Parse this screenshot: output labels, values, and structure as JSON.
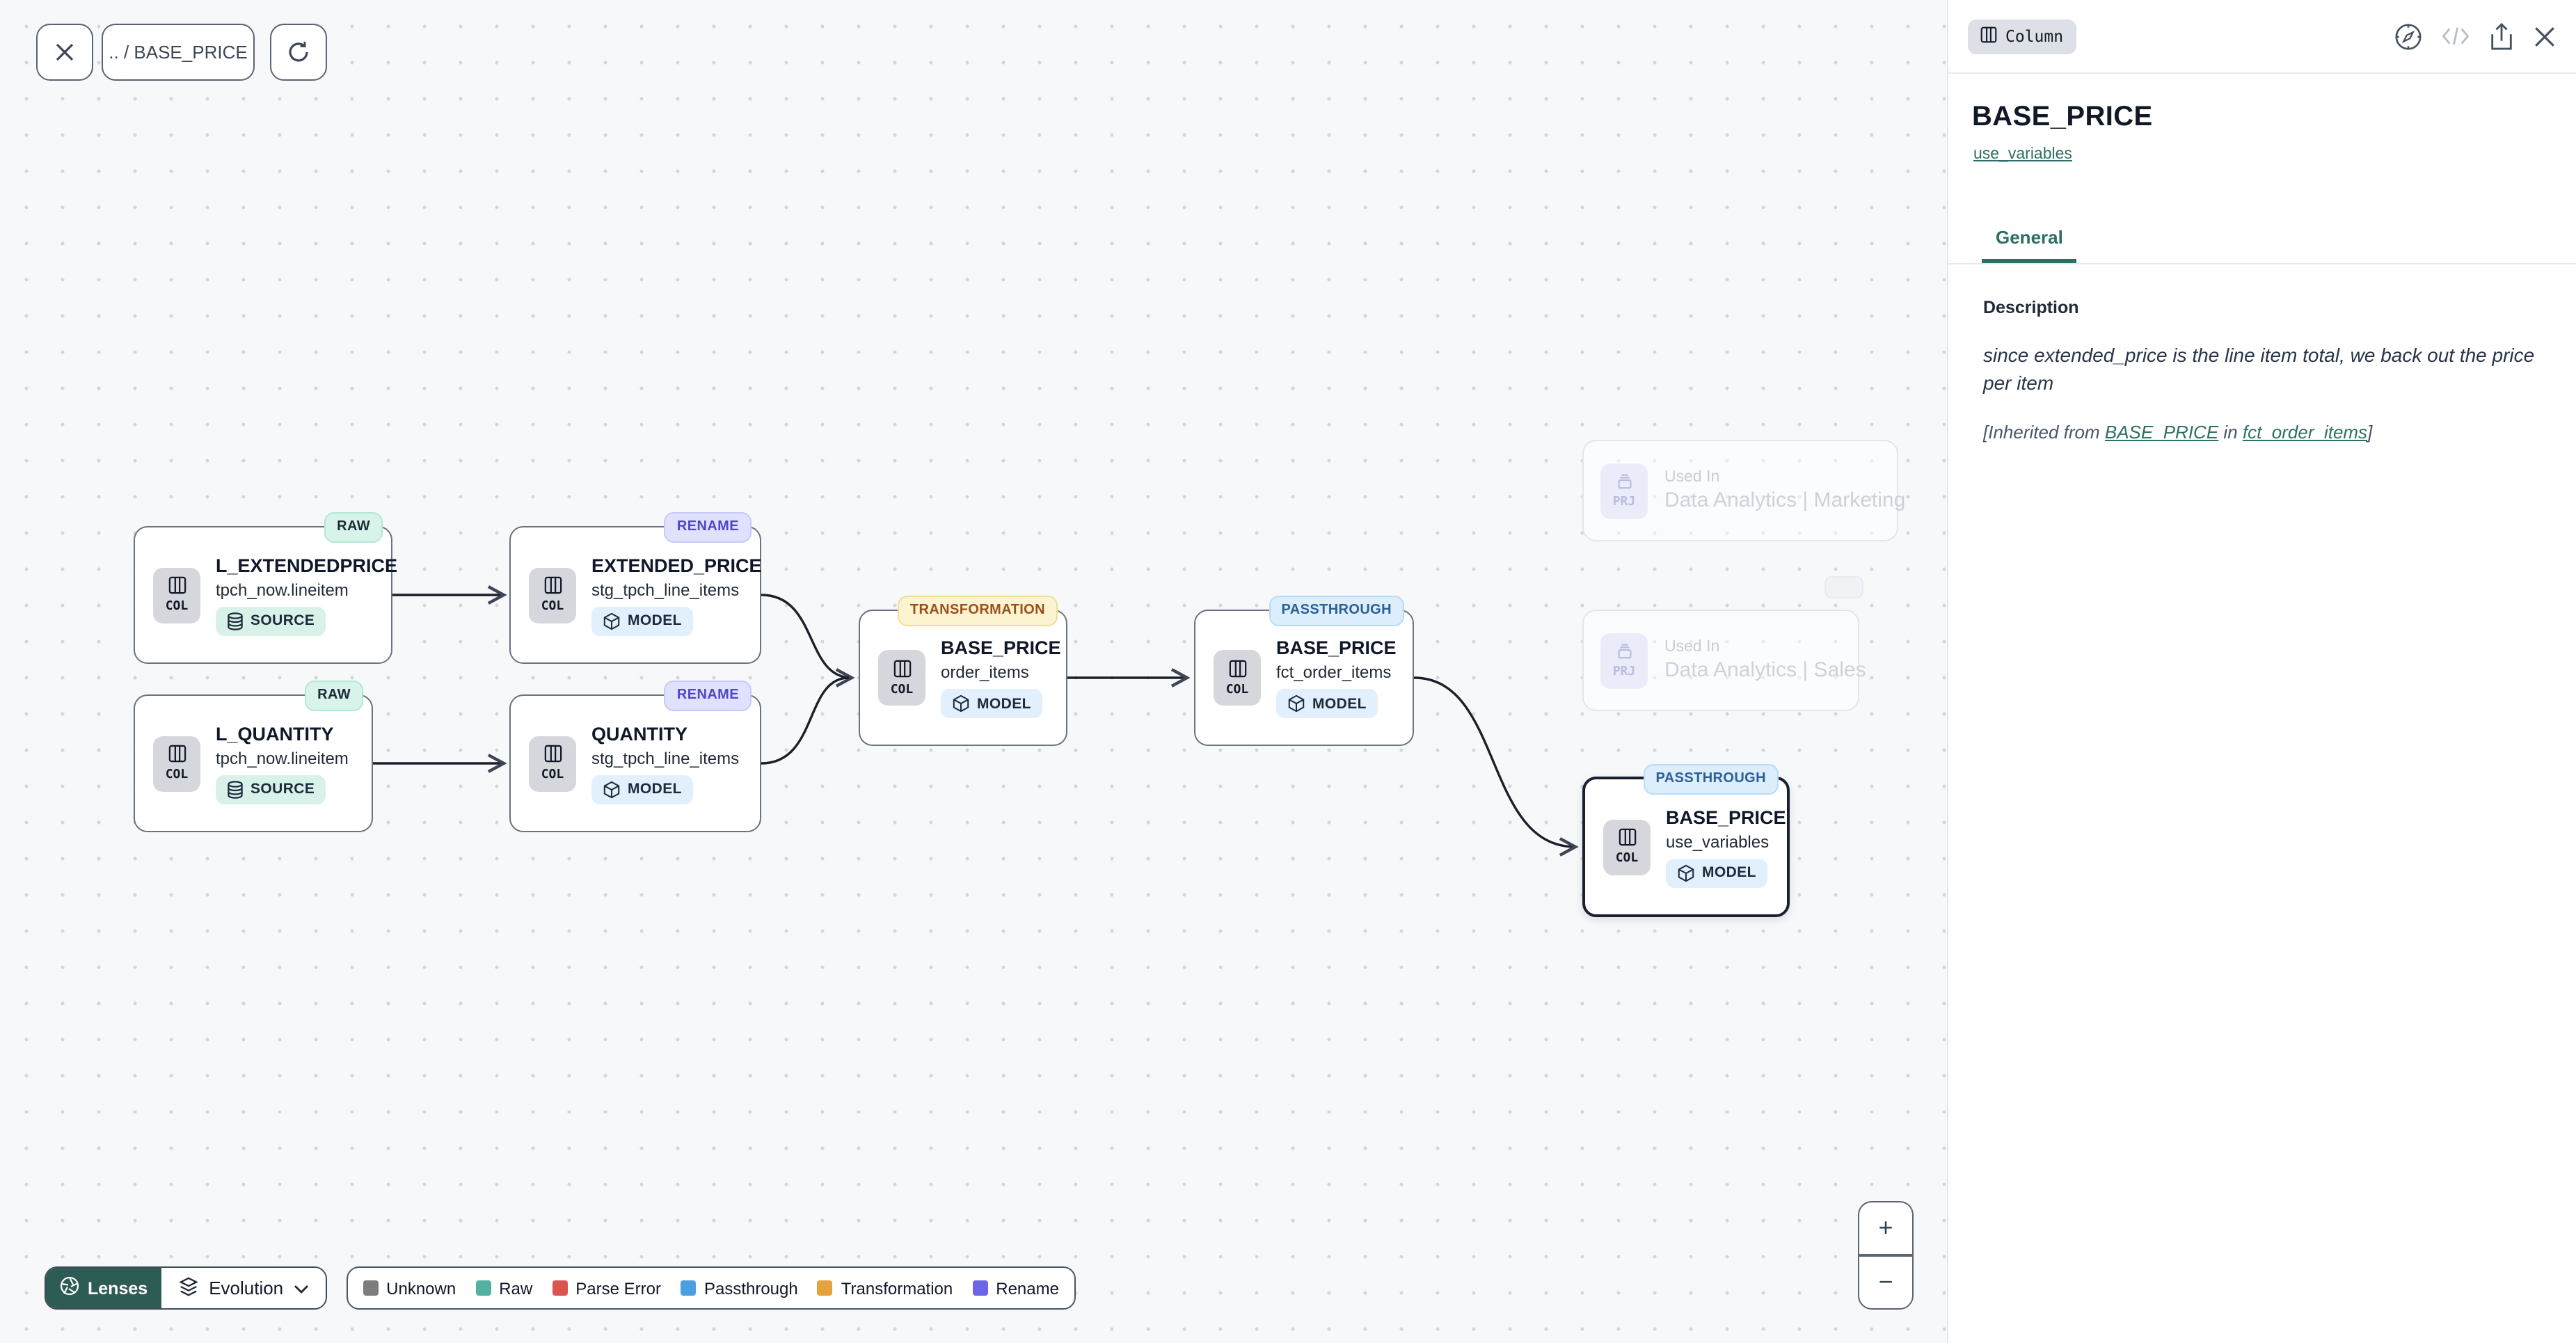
{
  "toolbar": {
    "breadcrumb": ".. / BASE_PRICE",
    "close_icon": "close-icon",
    "refresh_icon": "refresh-icon"
  },
  "canvas": {
    "nodes": [
      {
        "lens": "RAW",
        "kind": "COL",
        "title": "L_EXTENDEDPRICE",
        "subtitle": "tpch_now.lineitem",
        "type": "SOURCE"
      },
      {
        "lens": "RENAME",
        "kind": "COL",
        "title": "EXTENDED_PRICE",
        "subtitle": "stg_tpch_line_items",
        "type": "MODEL"
      },
      {
        "lens": "RAW",
        "kind": "COL",
        "title": "L_QUANTITY",
        "subtitle": "tpch_now.lineitem",
        "type": "SOURCE"
      },
      {
        "lens": "RENAME",
        "kind": "COL",
        "title": "QUANTITY",
        "subtitle": "stg_tpch_line_items",
        "type": "MODEL"
      },
      {
        "lens": "TRANSFORMATION",
        "kind": "COL",
        "title": "BASE_PRICE",
        "subtitle": "order_items",
        "type": "MODEL"
      },
      {
        "lens": "PASSTHROUGH",
        "kind": "COL",
        "title": "BASE_PRICE",
        "subtitle": "fct_order_items",
        "type": "MODEL"
      },
      {
        "lens": "PASSTHROUGH",
        "kind": "COL",
        "title": "BASE_PRICE",
        "subtitle": "use_variables",
        "type": "MODEL"
      }
    ],
    "used_in": [
      {
        "kind": "PRJ",
        "label": "Used In",
        "project": "Data Analytics | Marketing"
      },
      {
        "kind": "PRJ",
        "label": "Used In",
        "project": "Data Analytics | Sales"
      }
    ]
  },
  "zoom_controls": {
    "zoom_in": "+",
    "zoom_out": "−"
  },
  "lenses_bar": {
    "lenses_label": "Lenses",
    "mode_label": "Evolution",
    "legend": [
      {
        "label": "Unknown",
        "color": "#7d7d7d"
      },
      {
        "label": "Raw",
        "color": "#52b2a0"
      },
      {
        "label": "Parse Error",
        "color": "#da5450"
      },
      {
        "label": "Passthrough",
        "color": "#4b9fe1"
      },
      {
        "label": "Transformation",
        "color": "#e6a23c"
      },
      {
        "label": "Rename",
        "color": "#6f63e8"
      }
    ]
  },
  "panel": {
    "type_badge": "Column",
    "title": "BASE_PRICE",
    "model_link": "use_variables",
    "tabs": [
      {
        "label": "General"
      }
    ],
    "description": {
      "heading": "Description",
      "text": "since extended_price is the line item total, we back out the price per item",
      "inherited_prefix": "[Inherited from ",
      "inherited_link1": "BASE_PRICE",
      "inherited_middle": " in ",
      "inherited_link2": "fct_order_items",
      "inherited_suffix": "]"
    }
  }
}
